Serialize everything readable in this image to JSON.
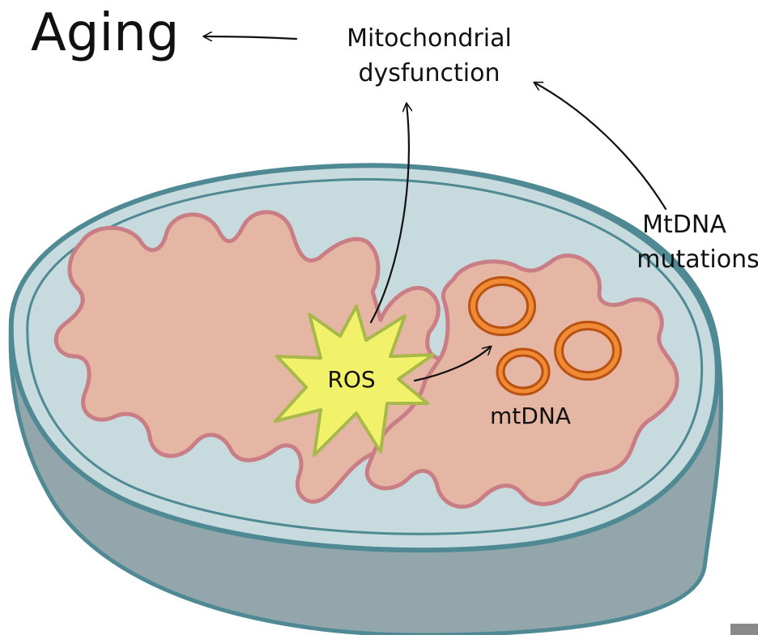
{
  "title": "Aging",
  "labels": {
    "mito_line1": "Mitochondrial",
    "mito_line2": "dysfunction",
    "mut_line1": "MtDNA",
    "mut_line2": "mutations",
    "ros": "ROS",
    "mtdna": "mtDNA"
  },
  "colors": {
    "outer_membrane": "#4f8a94",
    "outer_fill": "#c7dadd",
    "outer_side": "#92a6ab",
    "cristae_fill": "#e6b6a4",
    "cristae_stroke": "#c97d84",
    "ros_fill": "#f2f26a",
    "ros_stroke": "#a8b84a",
    "mtdna_ring": "#e1711f",
    "mtdna_ring_dark": "#b85210",
    "arrow": "#111111"
  },
  "icons": [
    "ros-star-icon",
    "mtdna-ring-icon"
  ]
}
